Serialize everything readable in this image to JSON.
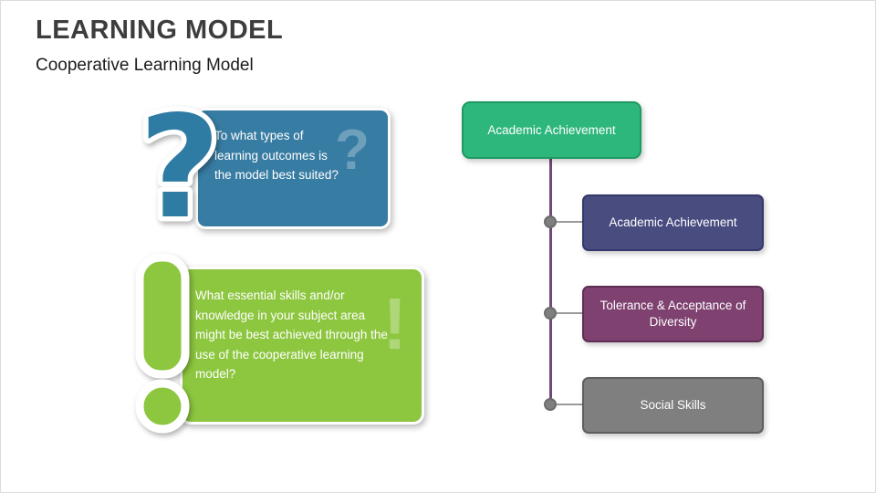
{
  "slide": {
    "title": "LEARNING MODEL",
    "subtitle": "Cooperative Learning Model"
  },
  "questions": {
    "q1": {
      "icon": "question-mark-icon",
      "watermark": "?",
      "text": "To what types of learning outcomes is the model best suited?",
      "bg": "#377ca3"
    },
    "q2": {
      "icon": "exclamation-mark-icon",
      "watermark": "!",
      "text": "What essential skills and/or knowledge in your subject area might be best achieved through the use of the cooperative learning model?",
      "bg": "#8dc63f"
    }
  },
  "timeline": {
    "root": {
      "label": "Academic Achievement",
      "bg": "#2eb77c"
    },
    "line_color": "#6d4a78",
    "items": [
      {
        "label": "Academic Achievement",
        "bg": "#484c7f"
      },
      {
        "label": "Tolerance & Acceptance of Diversity",
        "bg": "#7e4170"
      },
      {
        "label": "Social Skills",
        "bg": "#7f7f7f"
      }
    ]
  }
}
